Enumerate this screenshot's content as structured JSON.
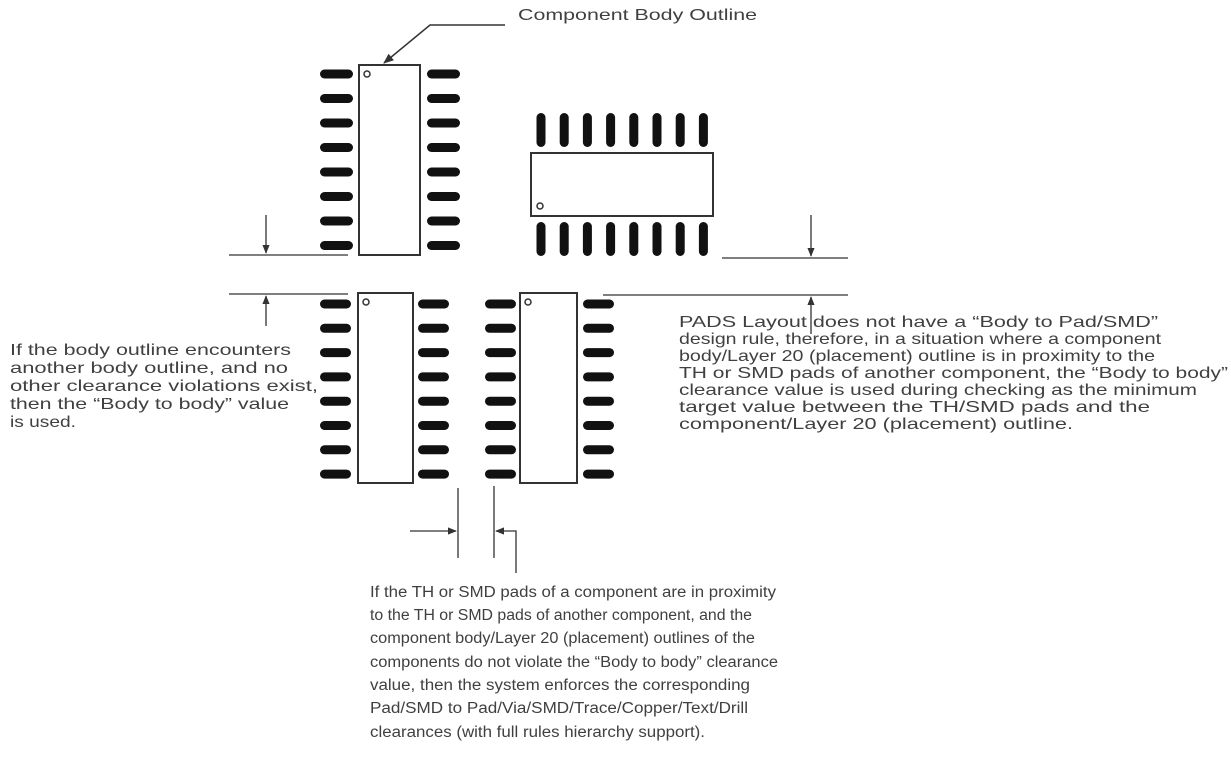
{
  "callout_title": "Component Body Outline",
  "left_note": [
    "If the body outline encounters",
    "another body outline, and no",
    "other clearance violations exist,",
    "then the “Body to body” value",
    "is used."
  ],
  "right_note": [
    "PADS Layout does not have a “Body to Pad/SMD”",
    "design rule, therefore, in a situation where a component",
    "body/Layer 20 (placement) outline is in proximity to the",
    "TH or SMD pads of another component, the “Body to body”",
    "clearance value is used during checking as the minimum",
    "target value between the TH/SMD pads and the",
    "component/Layer 20 (placement) outline."
  ],
  "bottom_note": [
    "If the TH or SMD pads of a component are in proximity",
    "to the TH or SMD pads of another component, and the",
    "component body/Layer 20 (placement) outlines of the",
    "components do not violate the “Body to body” clearance",
    "value, then the system enforces the corresponding",
    "Pad/SMD to Pad/Via/SMD/Trace/Copper/Text/Drill",
    "clearances (with full rules hierarchy support)."
  ],
  "colors": {
    "line": "#333333",
    "pad": "#111111",
    "text": "#404040"
  }
}
